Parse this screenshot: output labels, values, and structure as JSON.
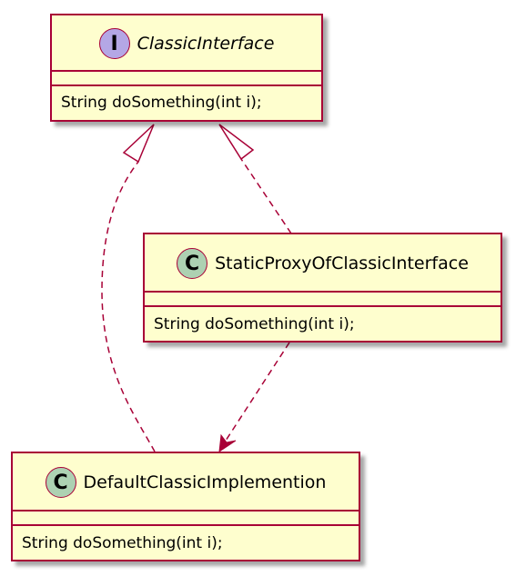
{
  "classes": {
    "classic_interface": {
      "stereotype_letter": "I",
      "name": "ClassicInterface",
      "method": "String doSomething(int i);"
    },
    "static_proxy": {
      "stereotype_letter": "C",
      "name": "StaticProxyOfClassicInterface",
      "method": "String doSomething(int i);"
    },
    "default_impl": {
      "stereotype_letter": "C",
      "name": "DefaultClassicImplemention",
      "method": "String doSomething(int i);"
    }
  },
  "colors": {
    "box_fill": "#fefece",
    "border": "#a80036",
    "interface_circle": "#b4a7e5",
    "class_circle": "#add1b2"
  },
  "relations": [
    {
      "from": "default_impl",
      "to": "classic_interface",
      "type": "realization"
    },
    {
      "from": "static_proxy",
      "to": "classic_interface",
      "type": "realization"
    },
    {
      "from": "static_proxy",
      "to": "default_impl",
      "type": "dependency"
    }
  ]
}
